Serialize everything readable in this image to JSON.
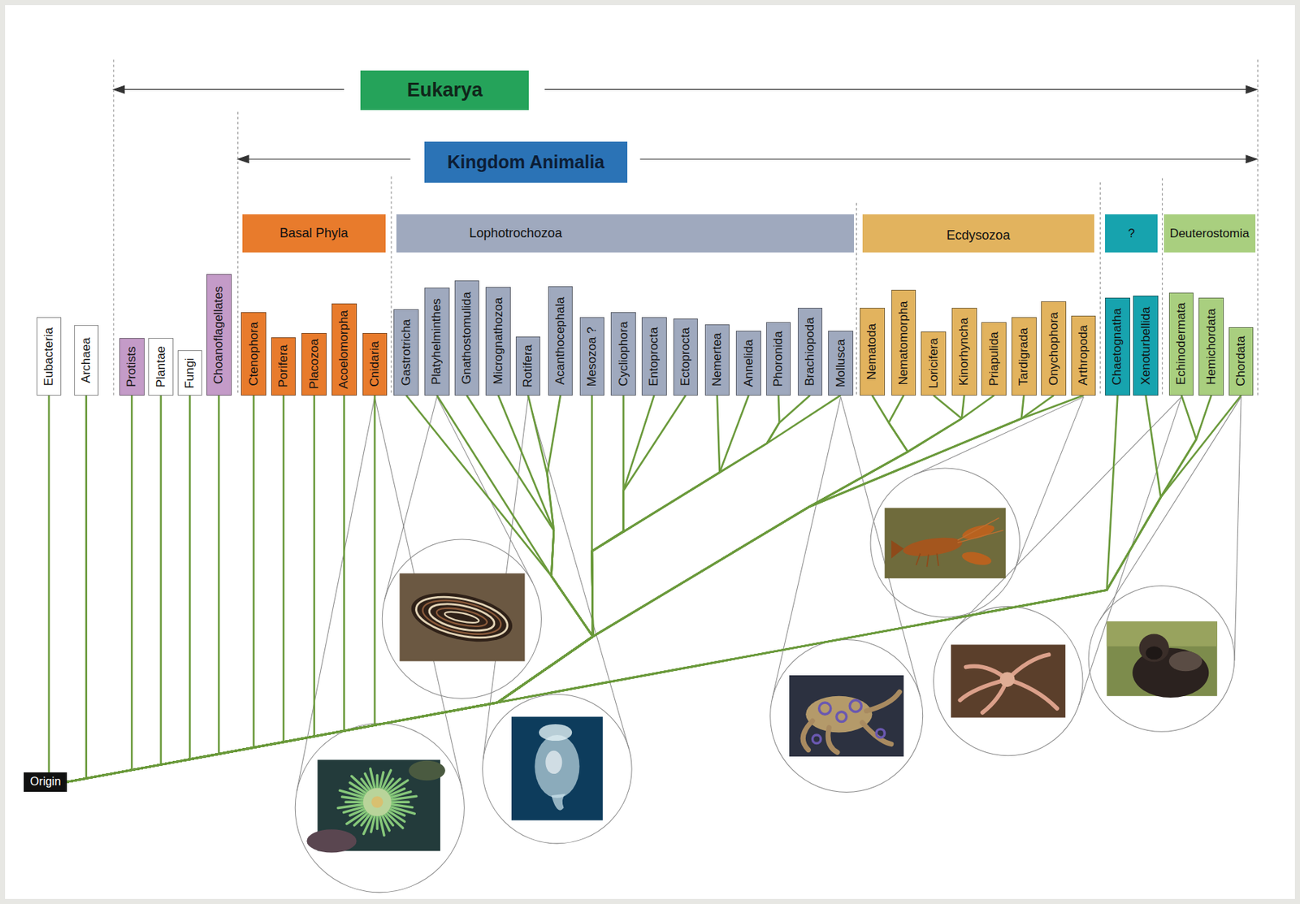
{
  "diagram": {
    "nodes": [
      {
        "text": [
          "Eukarya"
        ]
      },
      {
        "text": [
          "Kingdom Animalia"
        ]
      },
      {
        "text": [
          "Basal Phyla"
        ]
      },
      {
        "text": [
          "Lophotrochozoa"
        ]
      },
      {
        "text": [
          "Ecdysozoa"
        ]
      },
      {
        "text": [
          "?"
        ]
      },
      {
        "text": [
          "Deuterostomia"
        ]
      },
      {
        "text": [
          "Eubacteria"
        ]
      },
      {
        "text": [
          "Archaea"
        ]
      },
      {
        "text": [
          "Protists"
        ]
      },
      {
        "text": [
          "Plantae"
        ]
      },
      {
        "text": [
          "Fungi"
        ]
      },
      {
        "text": [
          "Choanoflagellates"
        ]
      },
      {
        "text": [
          "Ctenophora"
        ]
      },
      {
        "text": [
          "Porifera"
        ]
      },
      {
        "text": [
          "Placozoa"
        ]
      },
      {
        "text": [
          "Acoelomorpha"
        ]
      },
      {
        "text": [
          "Cnidaria"
        ]
      },
      {
        "text": [
          "Gastrotricha"
        ]
      },
      {
        "text": [
          "Platyhelminthes"
        ]
      },
      {
        "text": [
          "Gnathostomulida"
        ]
      },
      {
        "text": [
          "Micrognathozoa"
        ]
      },
      {
        "text": [
          "Rotifera"
        ]
      },
      {
        "text": [
          "Acanthocephala"
        ]
      },
      {
        "text": [
          "Mesozoa ?"
        ]
      },
      {
        "text": [
          "Cycliophora"
        ]
      },
      {
        "text": [
          "Entoprocta"
        ]
      },
      {
        "text": [
          "Ectoprocta"
        ]
      },
      {
        "text": [
          "Nemertea"
        ]
      },
      {
        "text": [
          "Annelida"
        ]
      },
      {
        "text": [
          "Phoronida"
        ]
      },
      {
        "text": [
          "Brachiopoda"
        ]
      },
      {
        "text": [
          "Mollusca"
        ]
      },
      {
        "text": [
          "Nematoda"
        ]
      },
      {
        "text": [
          "Nematomorpha"
        ]
      },
      {
        "text": [
          "Loricifera"
        ]
      },
      {
        "text": [
          "Kinorhyncha"
        ]
      },
      {
        "text": [
          "Priapulida"
        ]
      },
      {
        "text": [
          "Tardigrada"
        ]
      },
      {
        "text": [
          "Onychophora"
        ]
      },
      {
        "text": [
          "Arthropoda"
        ]
      },
      {
        "text": [
          "Chaetognatha"
        ]
      },
      {
        "text": [
          "Xenoturbellida"
        ]
      },
      {
        "text": [
          "Echinodermata"
        ]
      },
      {
        "text": [
          "Hemichordata"
        ]
      },
      {
        "text": [
          "Chordata"
        ]
      },
      {
        "text": [
          "Origin"
        ]
      }
    ],
    "edges": [
      {
        "from": 46,
        "to": 7,
        "arrow": "none"
      },
      {
        "from": 46,
        "to": 8,
        "arrow": "none"
      },
      {
        "from": 46,
        "to": 9,
        "arrow": "none"
      },
      {
        "from": 46,
        "to": 10,
        "arrow": "none"
      },
      {
        "from": 46,
        "to": 11,
        "arrow": "none"
      },
      {
        "from": 46,
        "to": 12,
        "arrow": "none"
      },
      {
        "from": 46,
        "to": 13,
        "arrow": "none"
      },
      {
        "from": 46,
        "to": 14,
        "arrow": "none"
      },
      {
        "from": 46,
        "to": 15,
        "arrow": "none"
      },
      {
        "from": 46,
        "to": 16,
        "arrow": "none"
      },
      {
        "from": 46,
        "to": 17,
        "arrow": "none"
      },
      {
        "from": 46,
        "to": 18,
        "arrow": "none"
      },
      {
        "from": 46,
        "to": 19,
        "arrow": "none"
      },
      {
        "from": 46,
        "to": 20,
        "arrow": "none"
      },
      {
        "from": 46,
        "to": 21,
        "arrow": "none"
      },
      {
        "from": 46,
        "to": 22,
        "arrow": "none"
      },
      {
        "from": 46,
        "to": 23,
        "arrow": "none"
      },
      {
        "from": 46,
        "to": 24,
        "arrow": "none"
      },
      {
        "from": 46,
        "to": 25,
        "arrow": "none"
      },
      {
        "from": 46,
        "to": 26,
        "arrow": "none"
      },
      {
        "from": 46,
        "to": 27,
        "arrow": "none"
      },
      {
        "from": 46,
        "to": 28,
        "arrow": "none"
      },
      {
        "from": 46,
        "to": 29,
        "arrow": "none"
      },
      {
        "from": 46,
        "to": 30,
        "arrow": "none"
      },
      {
        "from": 46,
        "to": 31,
        "arrow": "none"
      },
      {
        "from": 46,
        "to": 32,
        "arrow": "none"
      },
      {
        "from": 46,
        "to": 33,
        "arrow": "none"
      },
      {
        "from": 46,
        "to": 34,
        "arrow": "none"
      },
      {
        "from": 46,
        "to": 35,
        "arrow": "none"
      },
      {
        "from": 46,
        "to": 36,
        "arrow": "none"
      },
      {
        "from": 46,
        "to": 37,
        "arrow": "none"
      },
      {
        "from": 46,
        "to": 38,
        "arrow": "none"
      },
      {
        "from": 46,
        "to": 39,
        "arrow": "none"
      },
      {
        "from": 46,
        "to": 40,
        "arrow": "none"
      },
      {
        "from": 46,
        "to": 41,
        "arrow": "none"
      },
      {
        "from": 46,
        "to": 42,
        "arrow": "none"
      },
      {
        "from": 46,
        "to": 43,
        "arrow": "none"
      },
      {
        "from": 46,
        "to": 44,
        "arrow": "none"
      },
      {
        "from": 46,
        "to": 45,
        "arrow": "none"
      }
    ]
  }
}
